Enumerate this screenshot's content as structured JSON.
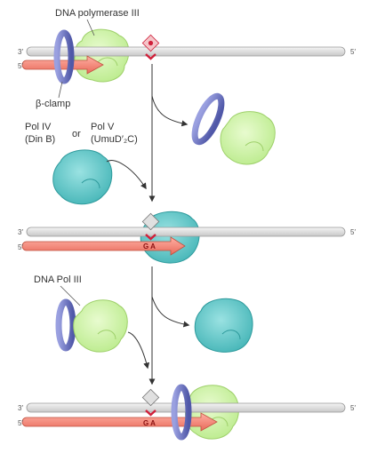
{
  "labels": {
    "dna_polymerase_iii": "DNA polymerase III",
    "beta_clamp": "β-clamp",
    "pol_iv": "Pol IV",
    "din_b": "(Din B)",
    "or": "or",
    "pol_v": "Pol V",
    "umud": "(UmuD′₂C)",
    "dna_pol_iii": "DNA Pol III"
  },
  "strand_ends": {
    "template_left": "3′",
    "template_right": "5′",
    "primer_left": "5′"
  },
  "bases": {
    "stage2": "G A",
    "stage3": "G A"
  },
  "colors": {
    "template_strand": "#dcdcdc",
    "primer_strand": "#f2897a",
    "dna_pol_iii": "#d2f5a8",
    "beta_clamp": "#7078c8",
    "tls_polymerase": "#6ccccc",
    "lesion": "#d0203a",
    "arrow": "#333333"
  }
}
